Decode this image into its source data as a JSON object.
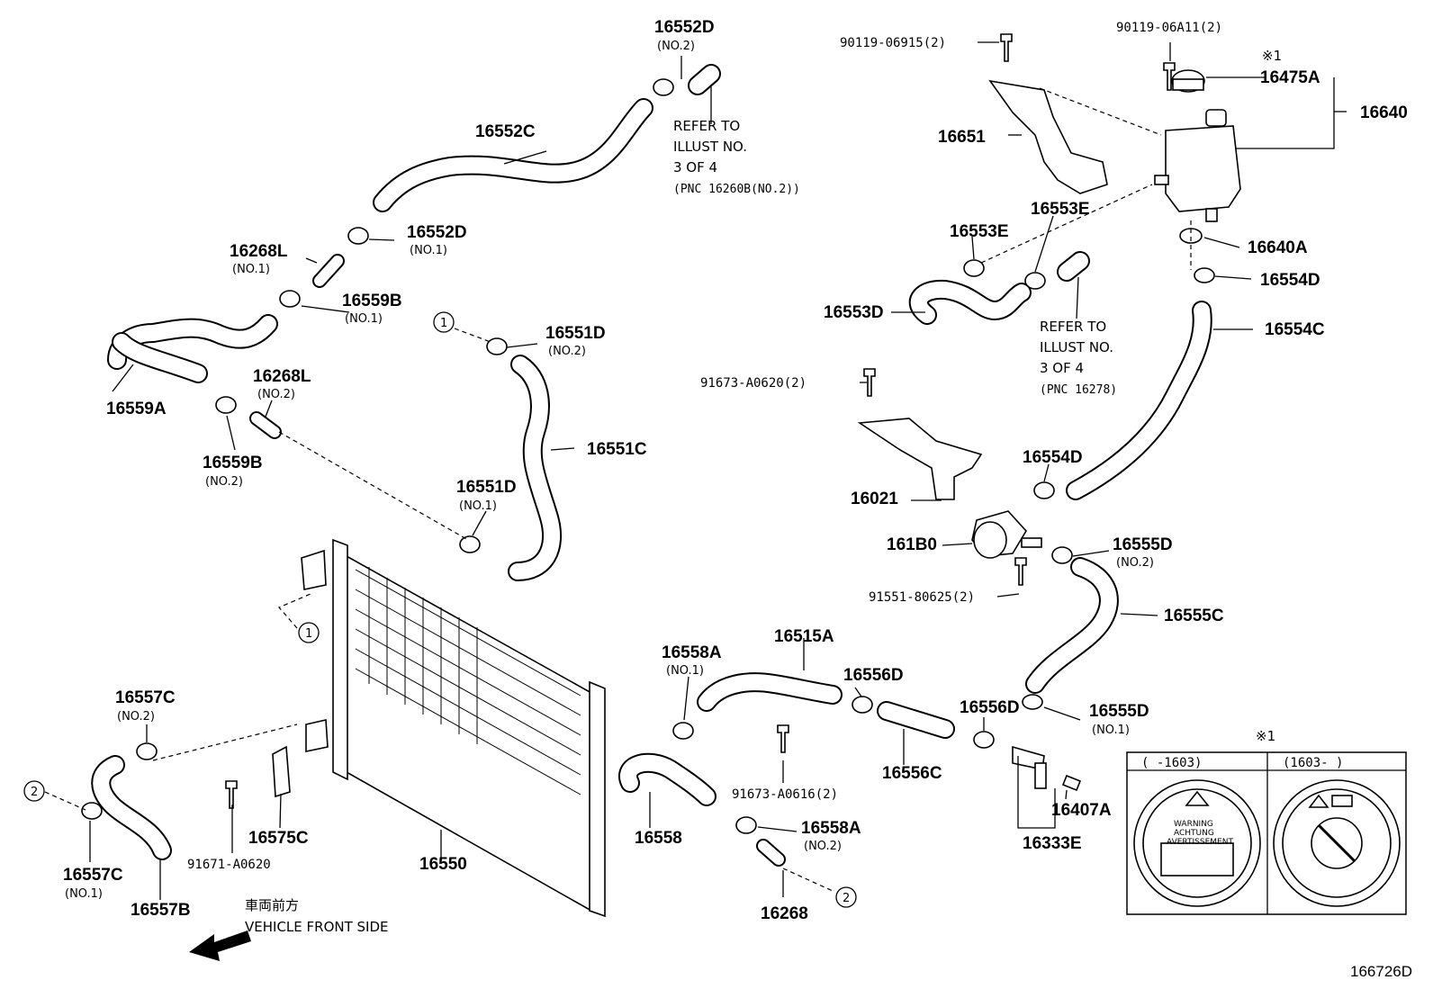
{
  "diagram_code": "166726D",
  "callouts": {
    "p16552D_top": "16552D",
    "p16552D_top_sub": "(NO.2)",
    "p16552C": "16552C",
    "refer1_l1": "REFER TO",
    "refer1_l2": "ILLUST NO.",
    "refer1_l3": "3 OF 4",
    "refer1_l4": "(PNC 16260B(NO.2))",
    "p16552D_mid": "16552D",
    "p16552D_mid_sub": "(NO.1)",
    "p16268L_1": "16268L",
    "p16268L_1_sub": "(NO.1)",
    "p16559B_1": "16559B",
    "p16559B_1_sub": "(NO.1)",
    "p16559A": "16559A",
    "p16268L_2": "16268L",
    "p16268L_2_sub": "(NO.2)",
    "p16559B_2": "16559B",
    "p16559B_2_sub": "(NO.2)",
    "p16551D_top": "16551D",
    "p16551D_top_sub": "(NO.2)",
    "p16551C": "16551C",
    "p16551D_bot": "16551D",
    "p16551D_bot_sub": "(NO.1)",
    "circle1a": "1",
    "circle1b": "1",
    "p90119_06915": "90119-06915(2)",
    "p90119_06A11": "90119-06A11(2)",
    "mark1": "※1",
    "p16475A": "16475A",
    "p16640": "16640",
    "p16651": "16651",
    "p16553E_l": "16553E",
    "p16553E_r": "16553E",
    "p16640A": "16640A",
    "p16554D_top": "16554D",
    "p16553D": "16553D",
    "p16554C": "16554C",
    "refer2_l1": "REFER TO",
    "refer2_l2": "ILLUST NO.",
    "refer2_l3": "3 OF 4",
    "refer2_l4": "(PNC 16278)",
    "p91673_A0620": "91673-A0620(2)",
    "p16554D_mid": "16554D",
    "p16021": "16021",
    "p161B0": "161B0",
    "p16555D_top": "16555D",
    "p16555D_top_sub": "(NO.2)",
    "p91551_80625": "91551-80625(2)",
    "p16555C": "16555C",
    "p16558A_top": "16558A",
    "p16558A_top_sub": "(NO.1)",
    "p16515A": "16515A",
    "p16556D_l": "16556D",
    "p16556D_r": "16556D",
    "p16555D_bot": "16555D",
    "p16555D_bot_sub": "(NO.1)",
    "p16557C_top": "16557C",
    "p16557C_top_sub": "(NO.2)",
    "p91673_A0616": "91673-A0616(2)",
    "p16556C": "16556C",
    "p16407A": "16407A",
    "p16558": "16558",
    "p16558A_bot": "16558A",
    "p16558A_bot_sub": "(NO.2)",
    "p16333E": "16333E",
    "circle2a": "2",
    "circle2b": "2",
    "p91671_A0620": "91671-A0620",
    "p16575C": "16575C",
    "p16550": "16550",
    "p16557C_bot": "16557C",
    "p16557C_bot_sub": "(NO.1)",
    "p16557B": "16557B",
    "p16268": "16268",
    "front_jp": "車両前方",
    "front_en": "VEHICLE FRONT SIDE"
  },
  "inset": {
    "mark": "※1",
    "col1_header": "(     -1603)",
    "col2_header": "(1603-     )",
    "cap_text_l1": "WARNING",
    "cap_text_l2": "ACHTUNG",
    "cap_text_l3": "AVERTISSEMENT"
  }
}
